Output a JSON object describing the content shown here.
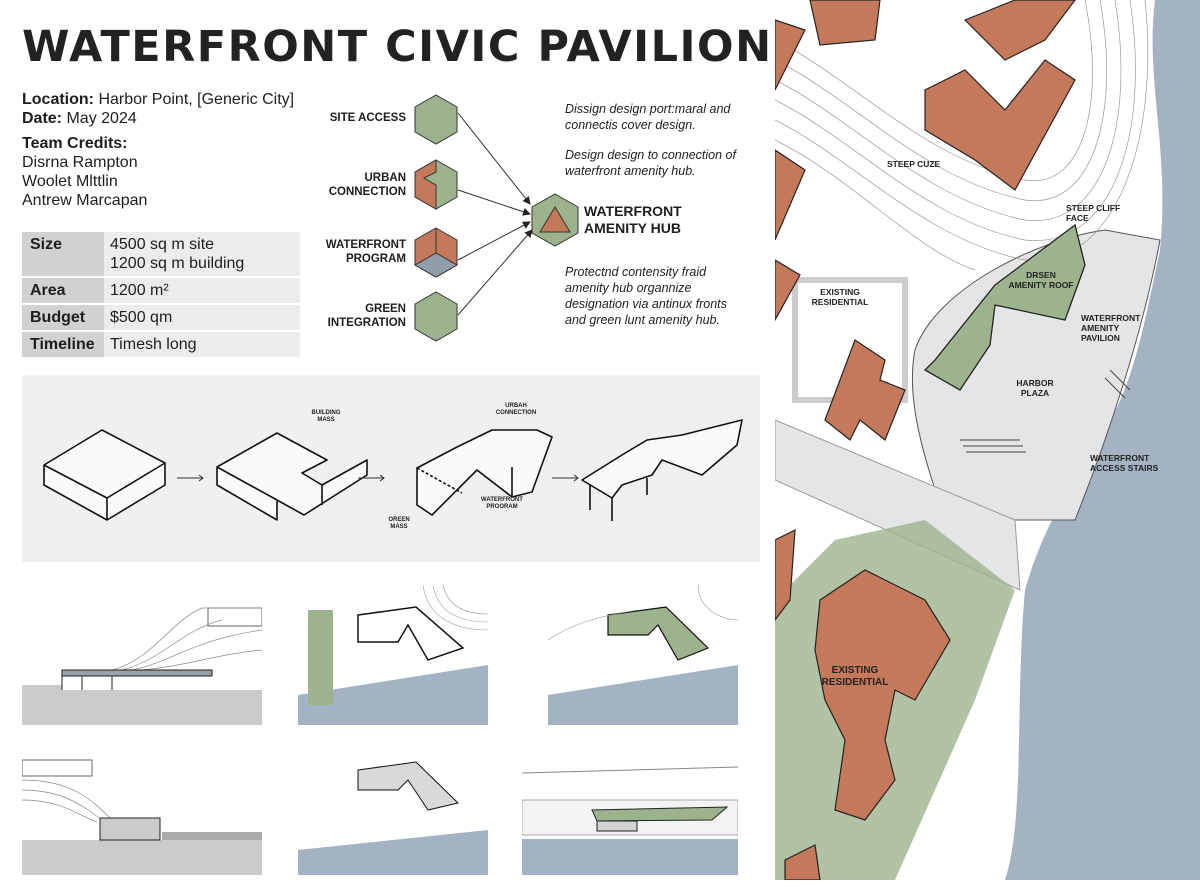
{
  "title": "WATERFRONT CIVIC PAVILION",
  "info": {
    "location_label": "Location:",
    "location": "Harbor Point, [Generic City]",
    "date_label": "Date:",
    "date": "May 2024",
    "team_label": "Team Credits:",
    "team": [
      "Disrna Rampton",
      "Woolet Mlttlin",
      "Antrew Marcapan"
    ]
  },
  "specs": [
    {
      "key": "Size",
      "value": [
        "4500 sq m site",
        "1200 sq m building"
      ]
    },
    {
      "key": "Area",
      "value": [
        "1200 m²"
      ]
    },
    {
      "key": "Budget",
      "value": [
        "$500 qm"
      ]
    },
    {
      "key": "Timeline",
      "value": [
        "Timesh long"
      ]
    }
  ],
  "concept": {
    "inputs": [
      "SITE ACCESS",
      "URBAN CONNECTION",
      "WATERFRONT PROGRAM",
      "GREEN INTEGRATION"
    ],
    "hub": "WATERFRONT AMENITY HUB",
    "notes": [
      "Dissign design port:maral and connectis cover design.",
      "Design design to connection of waterfront amenity hub.",
      "Protectnd contensity fraid amenity hub organnize designation via antinux fronts and green lunt amenity hub."
    ]
  },
  "massing": {
    "labels": {
      "building_mass": "BUILDING MASS",
      "urban_connection": "URBAH CONNECTION",
      "waterfront_program": "WATERFRONT PROORAM",
      "green_mass": "OREEN MASS"
    }
  },
  "map": {
    "labels": {
      "steep_cuze": "STEEP CUZE",
      "steep_cliff": "STEEP CLIFF FACE",
      "roof": "DRSEN AMENITY ROOF",
      "pavilion": "WATERFRONT AMENITY PAVILION",
      "residential_1": "EXISTING RESIDENTIAL",
      "residential_2": "EXISTING RESIDENTIAL",
      "plaza": "HARBOR PLAZA",
      "stairs": "WATERFRONT ACCESS STAIRS"
    }
  },
  "colors": {
    "brick": "#c47a5a",
    "green": "#9db38e",
    "water": "#a3b3c3",
    "plaza": "#e3e5e7"
  }
}
